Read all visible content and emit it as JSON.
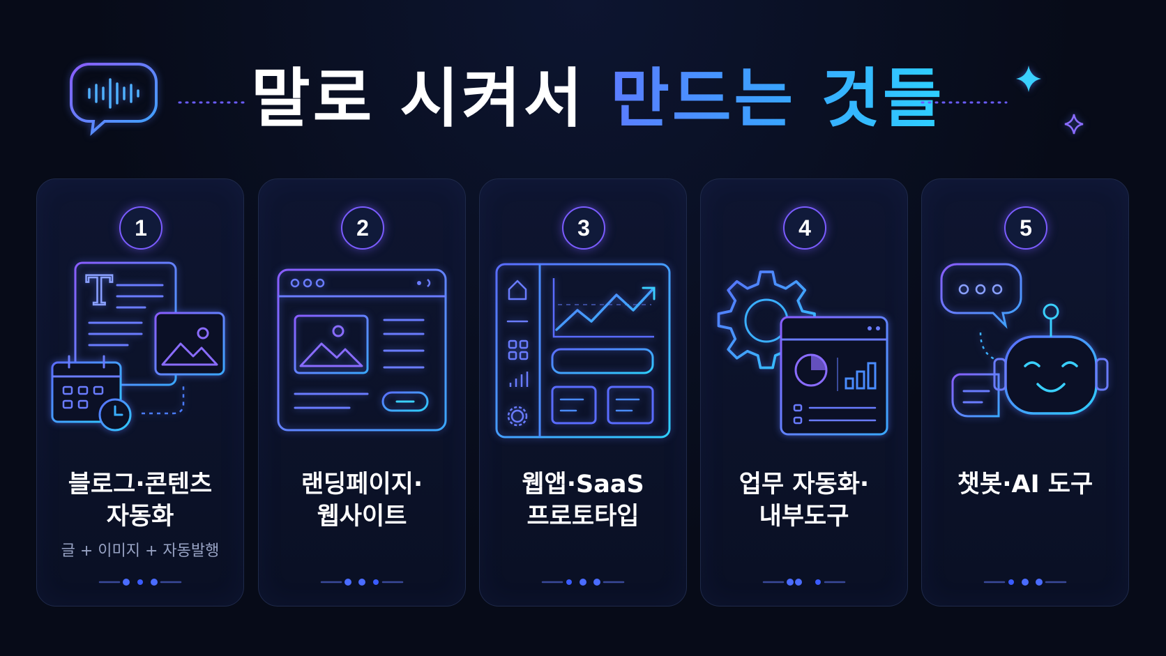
{
  "header": {
    "title_white": "말로 시켜서",
    "title_accent": "만드는 것들"
  },
  "cards": [
    {
      "number": "1",
      "title": "블로그·콘텐츠\n자동화",
      "subtitle": "글 + 이미지 + 자동발행"
    },
    {
      "number": "2",
      "title": "랜딩페이지·\n웹사이트",
      "subtitle": ""
    },
    {
      "number": "3",
      "title": "웹앱·SaaS\n프로토타입",
      "subtitle": ""
    },
    {
      "number": "4",
      "title": "업무 자동화·\n내부도구",
      "subtitle": ""
    },
    {
      "number": "5",
      "title": "챗봇·AI 도구",
      "subtitle": ""
    }
  ],
  "icons": {
    "header_left": "voice-chat-bubble-icon",
    "header_right": "sparkle-icon",
    "card1": "document-image-calendar-icon",
    "card2": "webpage-layout-icon",
    "card3": "dashboard-app-icon",
    "card4": "gear-window-chart-icon",
    "card5": "chat-robot-icon"
  },
  "colors": {
    "background": "#070b18",
    "accent_purple": "#7b5cff",
    "accent_blue": "#3aa3ff",
    "accent_cyan": "#2ed0ff"
  }
}
